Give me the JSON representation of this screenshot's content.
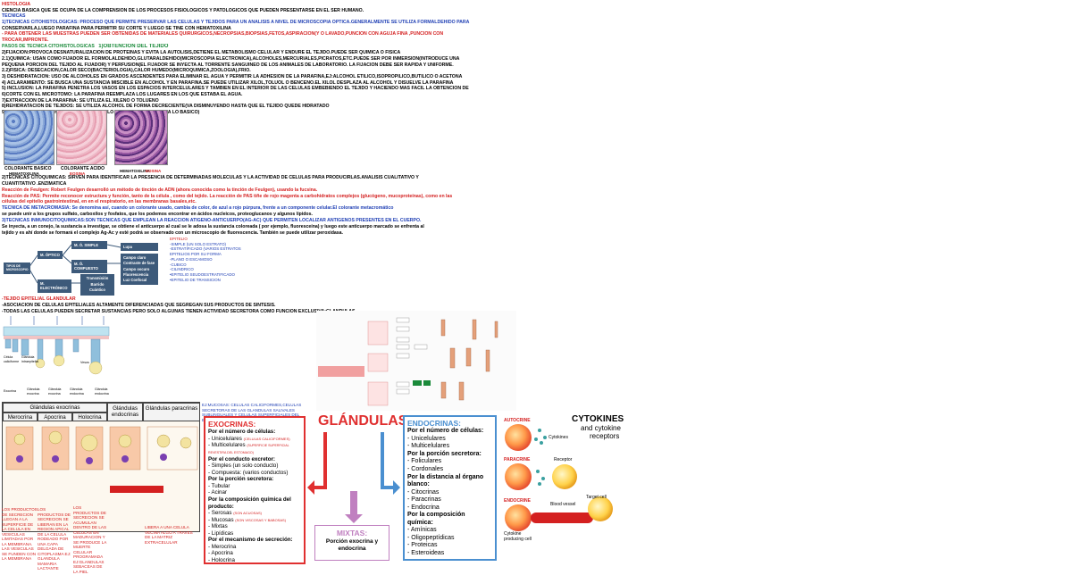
{
  "header": {
    "histologia": "HISTOLOGIA",
    "histologia_def": "CIENCIA BASICA QUE SE OCUPA DE LA COMPRENSION DE LOS PROCESOS FISIOLOGICOS Y PATOLOGICOS QUE PUEDEN PRESENTARSE EN EL SER HUMANO.",
    "tecnicas": "TECNICAS",
    "line1": "1)TECNICAS CITOHISTOLOGICAS: PROCESO QUE PERMITE PRESERVAR LAS CELULAS Y TEJIDOS PARA UN ANALISIS A NIVEL DE MICROSCOPIA OPTICA.GENERALMENTE SE UTILIZA FORMALDEHIDO PARA",
    "line2": "CONSERVARLA,LUEGO PARAFINA PARA PERMITIR SU CORTE Y LUEGO SE TIÑE CON HEMATOXILINA",
    "line3": "- PARA OBTENER LAS MUESTRAS PUEDEN SER OBTENIDAS DE MATERIALES QUIRURGICOS,NECROPSIAS,BIOPSIAS,FETOS,ASPIRACION(Y O LAVADO,PUNCION CON AGUJA FINA ,PUNCION CON",
    "line4": "TROCAR,IMPRONTE.",
    "line5a": "PASOS DE TECNICA CITOHISTOLOGICAS",
    "line5b": "1)OBTENCION DEL TEJIDO",
    "line6": "2)FIJACION:PROVOCA DESNATURALIZACION DE PROTEINAS Y EVITA LA AUTOLISIS,DETIENE EL METABOLISMO CELULAR Y ENDURE EL TEJIDO.PUEDE SER QUIMICA O FISICA",
    "line7": "2.1)QUIMICA: USAN COMO FIJADOR EL FORMOLALDEHIDO,GLUTARALDEHIDO(MICROSCOPIA ELECTRONICA),ALCOHOLES,MERCURIALES,PICRATOS,ETC.PUEDE SER POR INMERSION(INTRODUCE UNA",
    "line8": "PEQUEÑA PORCION DEL TEJIDO AL FIJADOR) Y PERFUSION(EL FIJADOR SE INYECTA AL TORRENTE SANGUINEO DE LOS ANIMALES DE LABORATORIO. LA FIJACION DEBE SER RAPIDA Y UNIFORME.",
    "line9": "2.2)FISICA: DESECACION,CALOR SECO(BACTERIOLOGIA),CALOR HUMEDO(MICROQUIMICA,ZOOLOGIA),FRIO.",
    "line10": "3) DESHIDRATACION: USO DE ALCOHOLES EN GRADOS ASCENDENTES PARA ELIMINAR EL AGUA Y PERMITIR LA ADHESION DE LA PARAFINA,EJ:ALCOHOL ETILICO,ISOPROPILICO,BUTILICO O ACETONA",
    "line11": "4) ACLARAMIENTO: SE BUSCA UNA SUSTANCIA MISCIBLE EN ALCOHOL Y EN PARAFINA.SE PUEDE UTILIZAR XILOL,TOLUOL O BENCENO.EL XILOL DESPLAZA AL ALCOHOL Y DISUELVE LA PARAFINA",
    "line12": "5) INCLUSION: LA PARAFINA PENETRA LOS VASOS EN LOS ESPACIOS INTERCELULARES Y TAMBIEN EN EL INTERIOR DE LAS CELULAS EMBEBIENDO EL TEJIDO Y HACIENDO MAS FACIL LA OBTENCION DE",
    "line13": "6)CORTE CON EL MICROTOMO: LA PARAFINA REEMPLAZA LOS LUGARES EN LOS QUE ESTABA EL AGUA.",
    "line14": "7)EXTRACCION DE LA PARAFINA: SE UTILIZA EL XILENO O TOLUENO",
    "line15": "8)REHIDRATACION DE TEJIDOS: SE UTILIZA ALCOHOL DE FORMA DECRECIENTE(VA DISMINUYENDO HASTA QUE EL TEJIDO QUEDE HIDRATADO",
    "line16": "9)TINCION DEL TEJIDO HEMATOXILINA(TIÑE A LO ACIDO) Y EOSINA(TIÑE A LO BASICO)"
  },
  "histo_images": {
    "caption1": "COLORANTE BASICO",
    "caption1b": "HEMATOXILINA",
    "caption2": "COLORANTE ACIDO",
    "caption2b": "EOSINA",
    "caption3": "HEMATOXILINA",
    "caption3b": "EOSINA"
  },
  "mid": {
    "line1": "2)TECNICAS CITOQUIMICAS: SIRVEN PARA IDENTIFICAR LA PRESENCIA DE DETERMINADAS MOLECULAS Y LA ACTIVIDAD DE CELULAS PARA PRODUCIRLAS.ANALISIS CUALITATIVO Y",
    "line2": "CUANTITATIVO .ENZIMATICA",
    "feulgen": "Reacción de Feulgen: Robert Feulgen desarrolló un método de tinción de ADN (ahora conocida como la tinción de Feulgen), usando la fucsina.",
    "pas1": "Reacción de PAS: Permite reconocer estructura y función, tanto de la célula , como del tejido. La reacción de PAS tiñe de rojo magenta a carbohidratos complejos (glucógeno, mucoproteínas), como en las",
    "pas2": "células del epitelio gastrointestinal, en en el respiratorio, en las membranas basales,etc.",
    "meta1": "TECNICA DE METACROMASIA: Se denomina así, cuando un colorante usado, cambia de color, de azul a rojo púrpura, frente a un componente celular.El colorante metacromático",
    "meta2": "se puede unir a los grupos sulfato, carboxilos y fosfatos, que los podemos encontrar en ácidos nucleicos, proteoglucanos y algunos lípidos.",
    "inmuno1": "3)TECNICAS INMUNOCITOQUIMICAS:SON TECNICAS QUE EMPLEAN LA REACCION ATIGENO-ANTICUERPO(AG-AC) QUE PERMITEN LOCALIZAR ANTIGENOS PRESENTES EN EL CUERPO.",
    "inmuno2": "Se inyecta, a un conejo, la sustancia a investigar, se obtiene el anticuerpo al cual se le adosa la sustancia coloreada ( por ejemplo, fluoresceína) y luego este anticuerpo marcado se enfrenta al",
    "inmuno3": "tejido y es ahí donde se formará el complejo Ag-Ac y esté podrá se observado con un microscopio de fluorescencia. También se puede utilizar peroxidasa."
  },
  "diagram": {
    "root": "TIPOS DE MICROSCOPIO",
    "optico": "M. ÓPTICO",
    "electronico": "M. ELECTRÓNICO",
    "simple": "M. Ó. SIMPLE",
    "compuesto": "M. Ó. COMPUESTO",
    "lupa": "Lupa",
    "compuesto_list": [
      "Campo claro",
      "Contraste de fase",
      "Campo oscuro",
      "Fluorescencia",
      "Luz Confocal"
    ],
    "electronico_list": [
      "Transmisión",
      "Barrido",
      "Cuántico"
    ],
    "epitelio_list": [
      "EPITELIO",
      "-SIMPLE (UN SOLO ESTRATO)",
      "-ESTRATIFICADO (VARIOS ESTRATOS",
      "EPITELIOS POR SU FORMA",
      "-PLANO O ESCAMOSO",
      "-CUBICO",
      "-CILINDRICO",
      "•EPITELIO SEUDOESTRATIFICADO",
      "•EPITELIO DE TRANSICION"
    ]
  },
  "glandular": {
    "title": "-TEJIDO EPITELIAL GLANDULAR",
    "line1": "-ASOCIACION DE CELULAS EPITELIALES ALTAMENTE DIFERENCIADAS QUE SEGREGAN SUS PRODUCTOS DE SINTESIS.",
    "line2": "-TODAS LAS CELULAS PUEDEN SECRETAR SUSTANCIAS PERO SOLO ALGUNAS TIENEN ACTIVIDAD SECRETORA COMO FUNCION EXCLUSIVA:GLANDULAS",
    "fig_labels": [
      "Célula caliciforme",
      "Glándula intraepitelial",
      "Exocrina",
      "Glándula exocrina",
      "Glándula exocrina",
      "Glándula endocrina",
      "Vesos",
      "Glándula endocrina"
    ]
  },
  "table": {
    "exo_header": "Glándulas exocrinas",
    "endo_header": "Glándulas endocrinas",
    "para_header": "Glándulas paracrinas",
    "merocrina": "Merocrina",
    "apocrina": "Apocrina",
    "holocrina": "Holocrina",
    "red_notes": [
      "LOS PRODUCTOS DE SECRECION LLEGAN A LA SUPERFICIE DE LA CELULA EN VESICULAS LIMITADAS POR LA MEMBRANA. LAS VESICULAS SE FUNDEN CON LA MEMBRANA",
      "LOS PRODUCTOS DE SECRECION SE LIBERAN EN LA REGION APICAL DE LA CELULA RODEADO POR UNA CAPA DELGADA DE CITOPLASMA EJ: GLANDULA MAMARIA LACTANTE",
      "LOS PRODUCTOS DE SECRECION SE ACUMULAN DENTRO DE LAS CELULAS EN MADURACION Y SE PRODUCE LA MUERTE CELULAR PROGRAMADA EJ:GLANDULAS SEBACEAS DE LA PIEL",
      "LIBERA A UNA CELULA VECINA ALGO A TRAVES DE LA MATRIZ EXTRACELULAR"
    ]
  },
  "glandulas": {
    "note": "EJ:MUCOSAS: CELULAS CALICIFORMES,CELULAS SECRETORAS DE LAS GLANDULAS SALIVALES SUBLINGUALES Y CELULAS SUPERFICIALES DEL ESTOMAGO.",
    "title": "GLÁNDULAS",
    "exo": {
      "title": "EXOCRINAS:",
      "h1": "Por el número de células:",
      "unicelulares": "Unicelulares",
      "unicelulares_note": "(CELULAS CALICIFORMES)",
      "multicelulares": "Multicelulares",
      "multicelulares_note": "(SUPERFICIE SUPERFICIAL REVESTIRA DEL ESTOMAGO)",
      "h2": "Por el conducto excretor:",
      "simples": "Simples (un solo conducto)",
      "compuesta": "Compuesta: (varios conductos)",
      "h3": "Por la porción secretora:",
      "tubular": "Tubular",
      "acinar": "Acinar",
      "h4": "Por la composición química del producto:",
      "serosas": "Serosas",
      "serosas_note": "(SON ACUOSAS)",
      "mucosas": "Mucosas",
      "mucosas_note": "(SON VISCOSAS Y BABOSAS)",
      "mixtas": "Mixtas",
      "lipidicas": "Lipídicas",
      "h5": "Por el mecanismo de secreción:",
      "merocrina": "Merocrina",
      "apocrina": "Apocrina",
      "holocrina": "Holocrina"
    },
    "endo": {
      "title": "ENDOCRINAS:",
      "h1": "Por el número de células:",
      "unicelulares": "Unicelulares",
      "multicelulares": "Multicelulares",
      "h2": "Por la porción secretora:",
      "foliculares": "Foliculares",
      "cordonales": "Cordonales",
      "h3": "Por la distancia al órgano blanco:",
      "citocrinas": "Citocrinas",
      "paracrinas": "Paracrinas",
      "endocrina": "Endocrina",
      "h4": "Por la composición química:",
      "aminicas": "Amínicas",
      "oligopeptidicas": "Oligopeptídicas",
      "proteicas": "Proteicas",
      "esteroideas": "Esteroideas"
    },
    "mixtas": {
      "title": "MIXTAS:",
      "sub": "Porción exocrina y endocrina"
    }
  },
  "cytokines": {
    "title": "CYTOKINES",
    "subtitle1": "and cytokine",
    "subtitle2": "receptors",
    "autocrine": "AUTOCRINE",
    "paracrine": "PARACRINE",
    "endocrine": "ENDOCRINE",
    "cytokines_label": "Cytokines",
    "receptor": "Receptor",
    "target_cell": "Target cell",
    "blood_vessel": "Blood vessel",
    "producing_cell1": "Cytokine",
    "producing_cell2": "producing cell"
  },
  "colors": {
    "red": "#d42020",
    "blue": "#1f3fb4",
    "green": "#1a8a3a",
    "dark_box": "#3d5a7a",
    "exo_border": "#e03030",
    "endo_border": "#4a8fd0"
  }
}
